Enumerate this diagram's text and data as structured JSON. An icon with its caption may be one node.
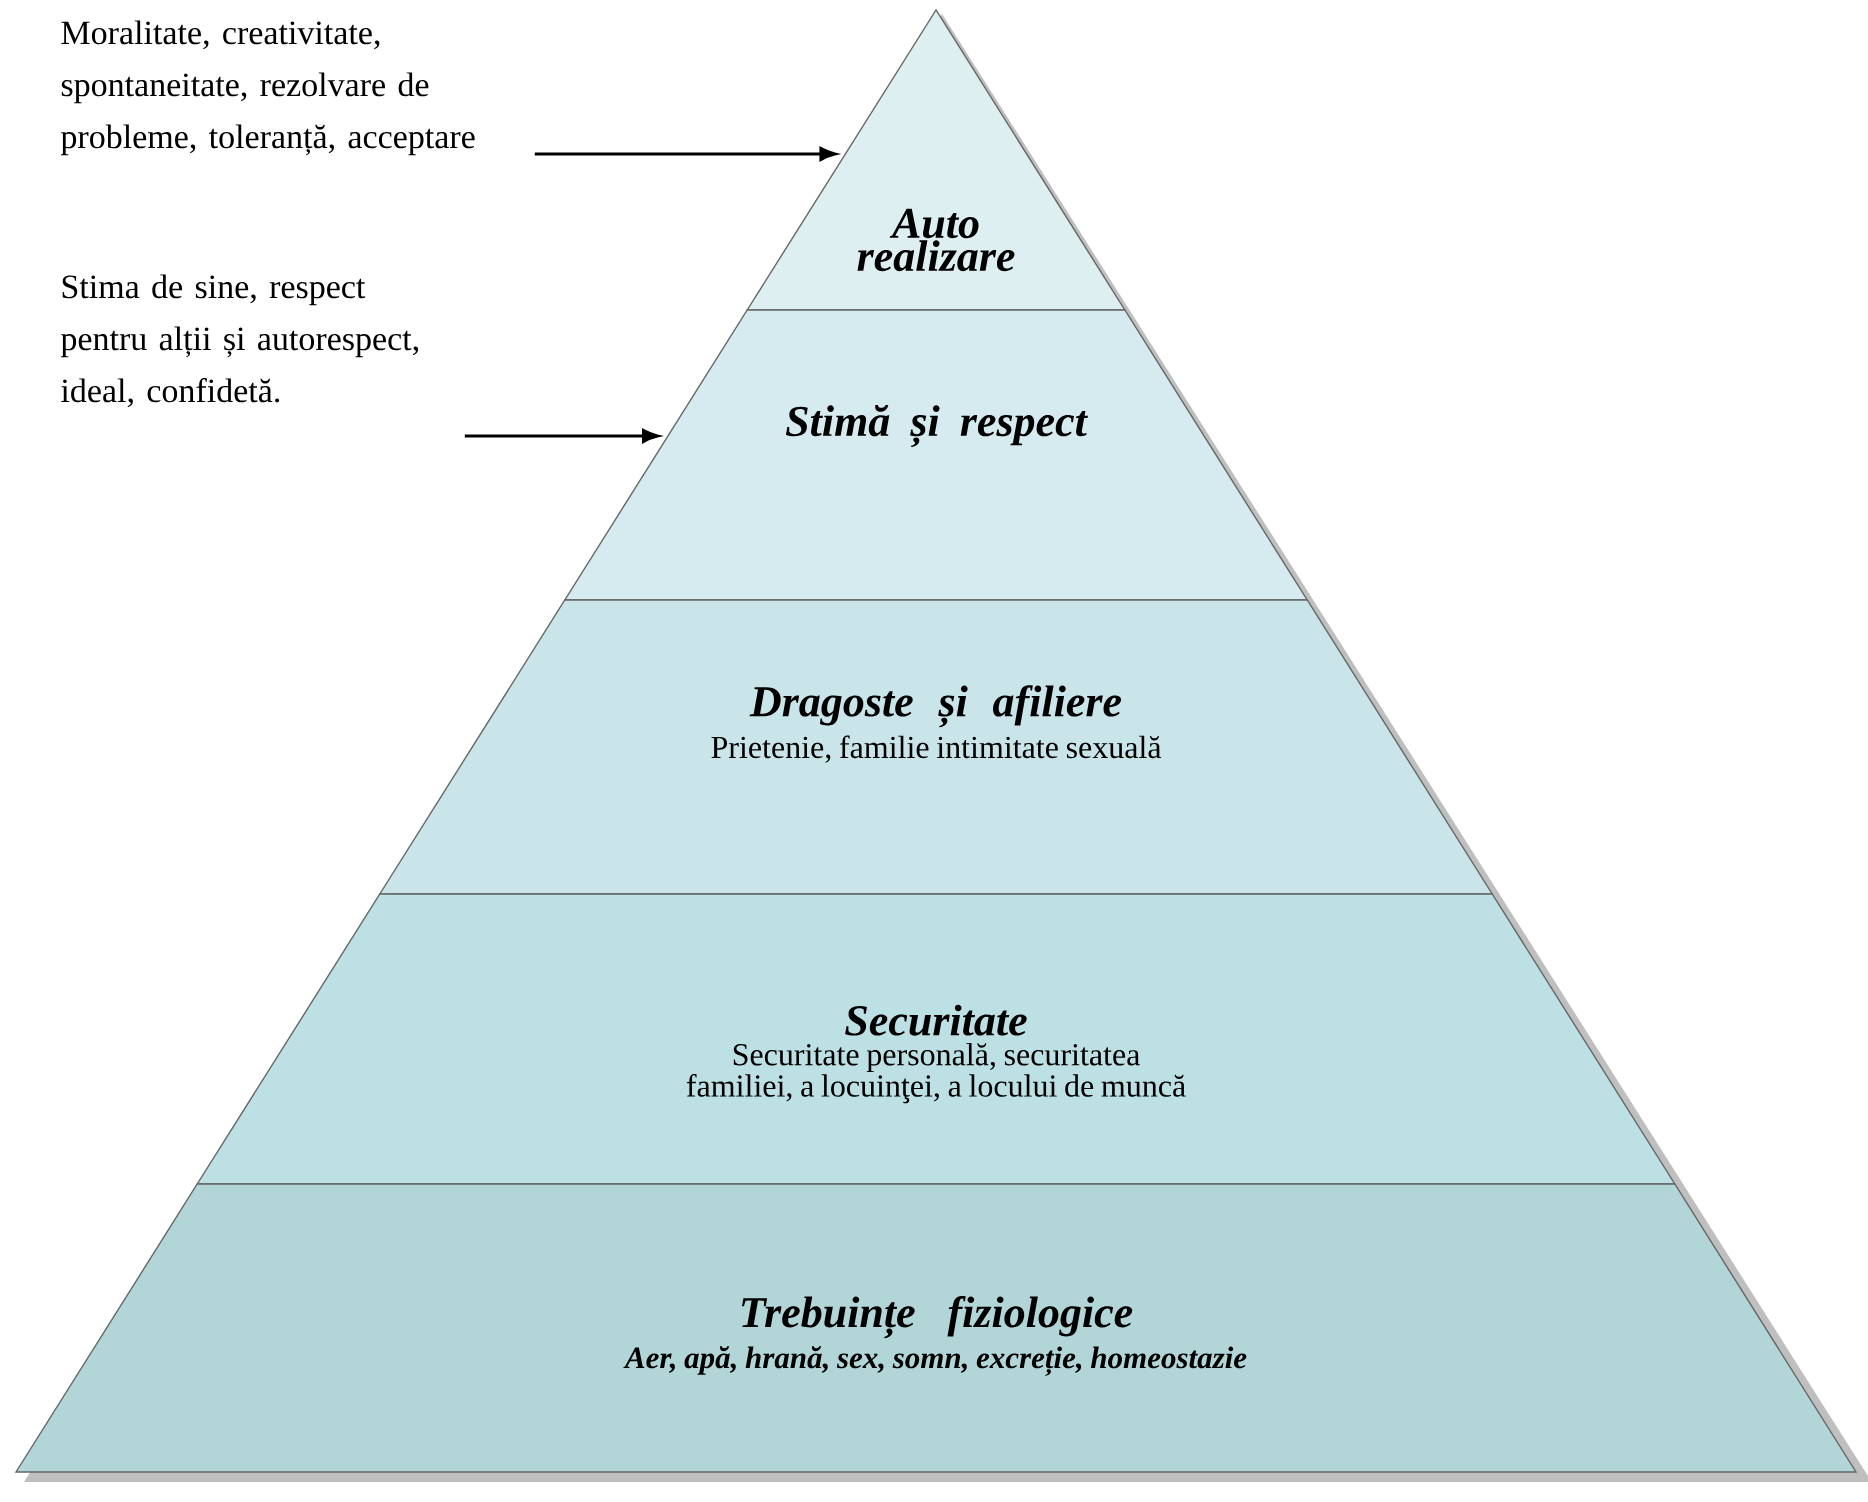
{
  "diagram": {
    "nodes": [
      {
        "text": [
          "Auto realizare"
        ]
      },
      {
        "text": [
          "Stimă și respect"
        ]
      },
      {
        "text": [
          "Dragoste și afiliere",
          "Prietenie, familie intimitate sexuală"
        ]
      },
      {
        "text": [
          "Securitate",
          "Securitate personală, securitatea familiei, a locuinţei, a locului de muncă"
        ]
      },
      {
        "text": [
          "Trebuințe fiziologice",
          "Aer, apă, hrană, sex, somn, excreție, homeostazie"
        ]
      },
      {
        "text": [
          "Moralitate, creativitate, spontaneitate, rezolvare de probleme, toleranță, acceptare"
        ]
      },
      {
        "text": [
          "Stima de sine, respect pentru alții și autorespect, ideal, confidetă."
        ]
      }
    ],
    "edges": [
      {
        "from": 5,
        "to": 0,
        "arrow": "to"
      },
      {
        "from": 6,
        "to": 1,
        "arrow": "to"
      }
    ]
  }
}
